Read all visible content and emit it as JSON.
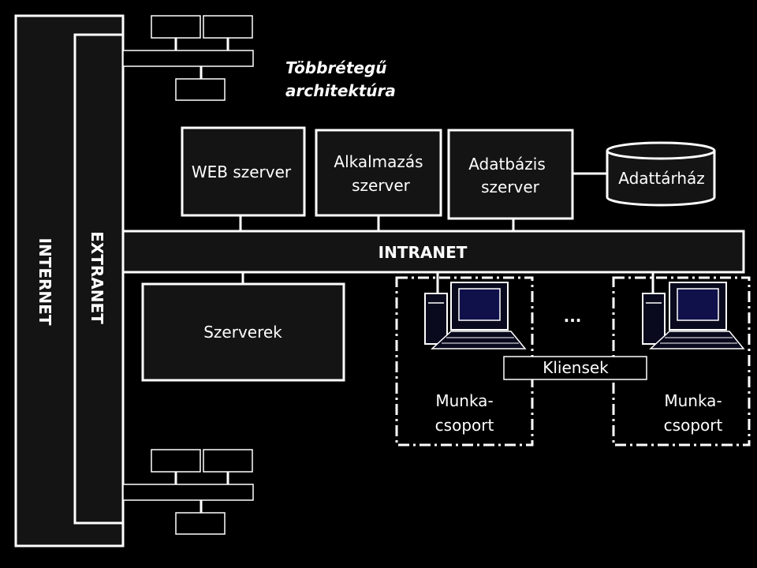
{
  "title": {
    "line1": "Többrétegű",
    "line2": "architektúra"
  },
  "bands": {
    "internet": "INTERNET",
    "extranet": "EXTRANET"
  },
  "servers": {
    "web": {
      "label": "WEB szerver"
    },
    "app": {
      "line1": "Alkalmazás",
      "line2": "szerver"
    },
    "db": {
      "line1": "Adatbázis",
      "line2": "szerver"
    },
    "warehouse": {
      "label": "Adattárház"
    }
  },
  "intranet": {
    "label": "INTRANET"
  },
  "servers_block": {
    "label": "Szerverek"
  },
  "clients": {
    "label": "Kliensek",
    "ellipsis": "...",
    "workgroup_left": {
      "line1": "Munka-",
      "line2": "csoport"
    },
    "workgroup_right": {
      "line1": "Munka-",
      "line2": "csoport"
    }
  }
}
